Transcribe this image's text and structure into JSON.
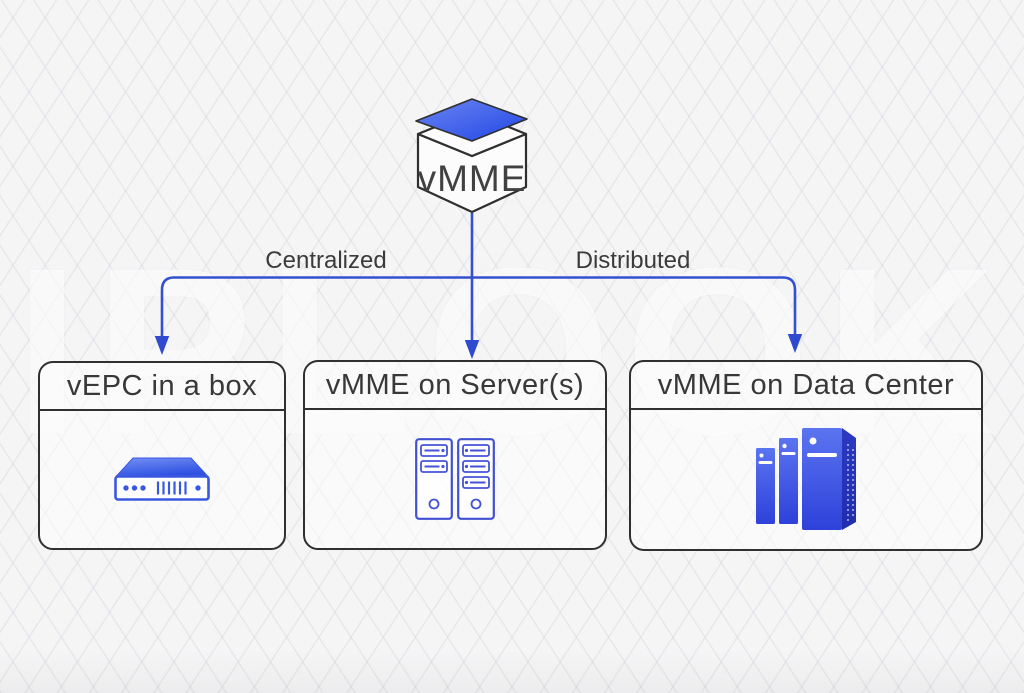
{
  "diagram": {
    "watermark": "IPLOOK",
    "root": {
      "label": "vMME",
      "icon": "open-box-icon"
    },
    "connectors": [
      {
        "label": "Centralized",
        "to": "vEPC in a box"
      },
      {
        "label": "",
        "to": "vMME on Server(s)"
      },
      {
        "label": "Distributed",
        "to": "vMME on Data Center"
      }
    ],
    "nodes": [
      {
        "title": "vEPC in a box",
        "icon": "network-appliance-icon"
      },
      {
        "title": "vMME on Server(s)",
        "icon": "server-towers-icon"
      },
      {
        "title": "vMME on Data Center",
        "icon": "data-center-racks-icon"
      }
    ]
  },
  "colors": {
    "connector_blue": "#3550cf",
    "accent_blue": "#3a57e0",
    "icon_blue_light": "#5b74f0",
    "icon_blue_dark": "#2e41da",
    "outline_dark": "#303030",
    "text_dark": "#3a3a3a",
    "background": "#f5f5f6"
  }
}
